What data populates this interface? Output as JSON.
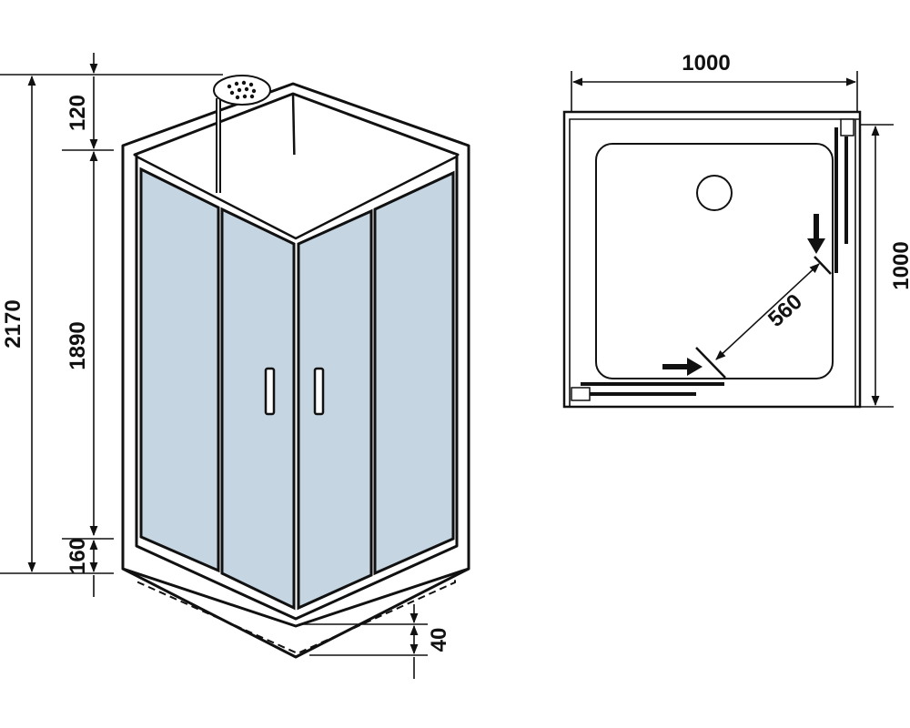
{
  "elevation": {
    "dimensions": {
      "total_height": "2170",
      "top_gap": "120",
      "cabin_height": "1890",
      "tray_height": "160",
      "foot_height": "40"
    }
  },
  "plan": {
    "dimensions": {
      "width": "1000",
      "depth": "1000",
      "door_opening": "560"
    }
  },
  "colors": {
    "glass": "#c5d6e2",
    "line": "#111111"
  }
}
